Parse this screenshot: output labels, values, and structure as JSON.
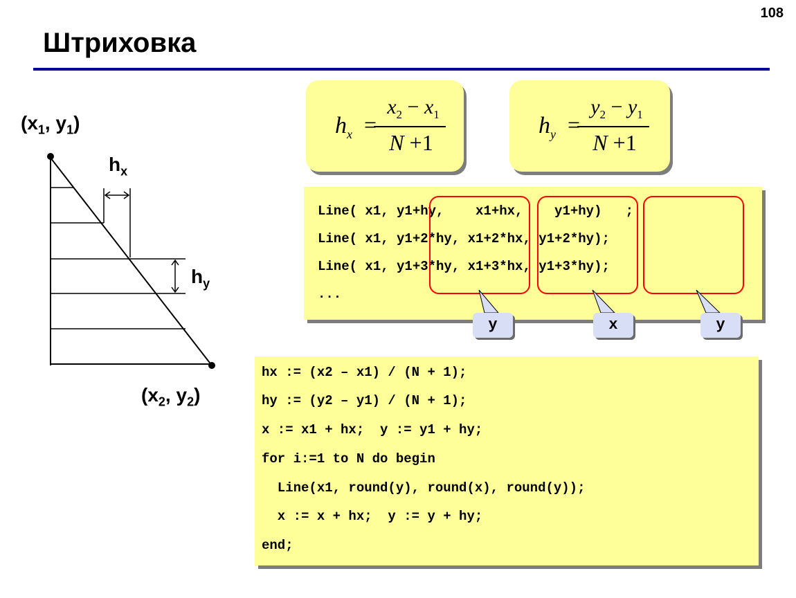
{
  "slide": {
    "number": "108",
    "title": "Штриховка"
  },
  "formulas": {
    "hx": {
      "lhs": "h",
      "lhs_sub": "x",
      "eq": "=",
      "num_a": "x",
      "num_a_sub": "2",
      "minus": "−",
      "num_b": "x",
      "num_b_sub": "1",
      "den_a": "N",
      "den_op": "+",
      "den_b": "1"
    },
    "hy": {
      "lhs": "h",
      "lhs_sub": "y",
      "eq": "=",
      "num_a": "y",
      "num_a_sub": "2",
      "minus": "−",
      "num_b": "y",
      "num_b_sub": "1",
      "den_a": "N",
      "den_op": "+",
      "den_b": "1"
    }
  },
  "diagram": {
    "p1": {
      "open": "(x",
      "sub1": "1",
      "mid": ", y",
      "sub2": "1",
      "close": ")"
    },
    "p2": {
      "open": "(x",
      "sub1": "2",
      "mid": ", y",
      "sub2": "2",
      "close": ")"
    },
    "hx": {
      "main": "h",
      "sub": "x"
    },
    "hy": {
      "main": "h",
      "sub": "y"
    },
    "hatch_line_count": 5
  },
  "line_code": {
    "lines": [
      "Line( x1, y1+hy,    x1+hx,    y1+hy)   ;",
      "Line( x1, y1+2*hy, x1+2*hx, y1+2*hy);",
      "Line( x1, y1+3*hy, x1+3*hx, y1+3*hy);",
      "..."
    ],
    "callouts": [
      "y",
      "x",
      "y"
    ]
  },
  "main_code": {
    "lines": [
      "hx := (x2 – x1) / (N + 1);",
      "hy := (y2 – y1) / (N + 1);",
      "x := x1 + hx;  y := y1 + hy;",
      "for i:=1 to N do begin",
      "  Line(x1, round(y), round(x), round(y));",
      "  x := x + hx;  y := y + hy;",
      "end;"
    ]
  },
  "colors": {
    "title_rule": "#000099",
    "box_fill": "#ffff99",
    "highlight": "#ff0000",
    "callout_fill": "#d9def7"
  }
}
